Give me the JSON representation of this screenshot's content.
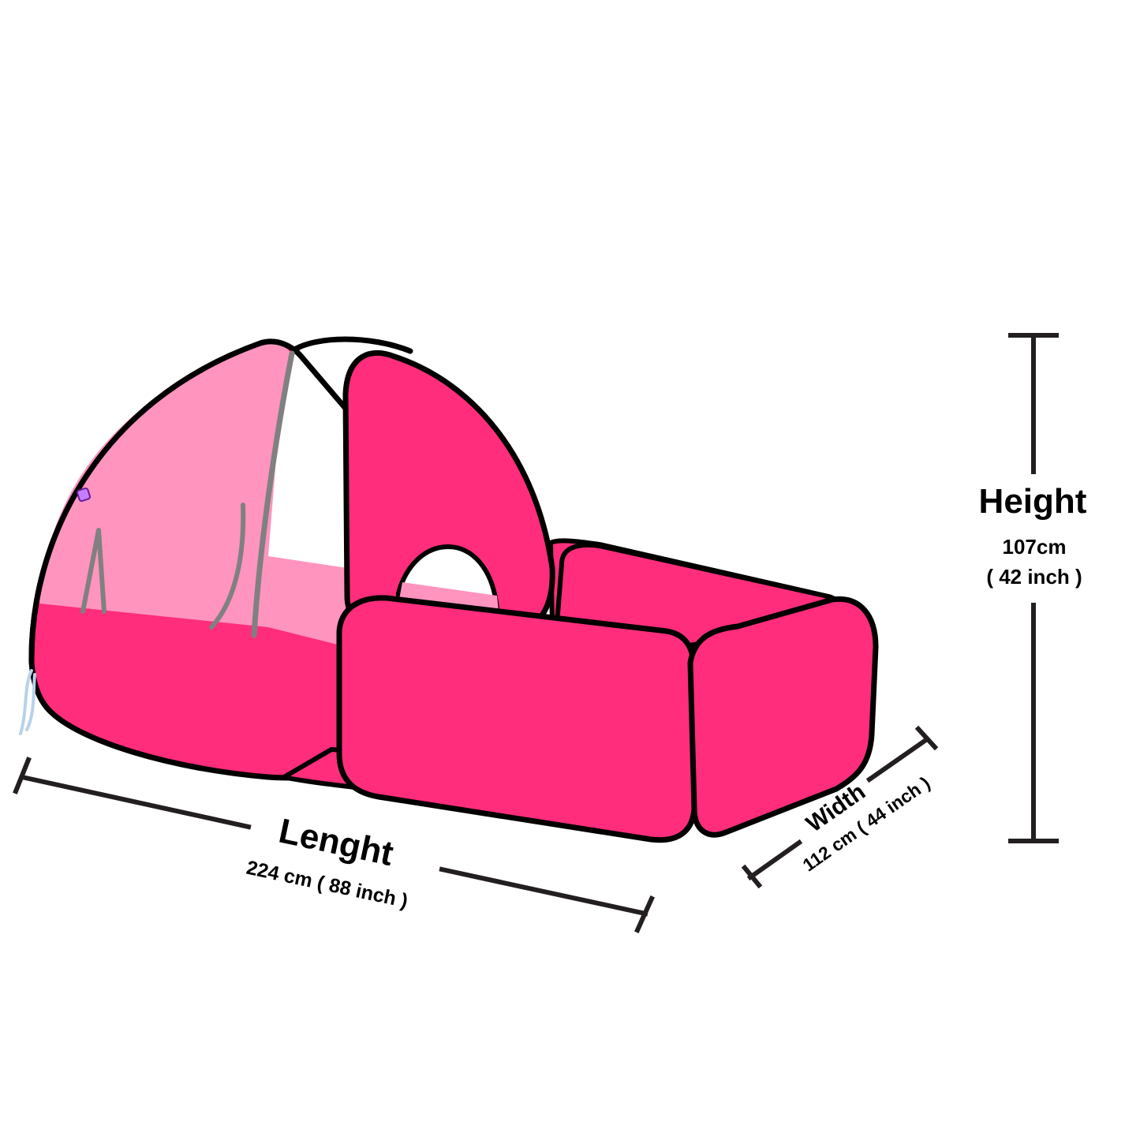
{
  "colors": {
    "background": "#ffffff",
    "tent_fabric": "#ff2d7c",
    "mesh_fabric": "#ff94bf",
    "outline": "#000000",
    "dimension_line": "#231f20",
    "pole": "#808080"
  },
  "dimensions": {
    "length": {
      "label": "Lenght",
      "value": "224 cm ( 88 inch )"
    },
    "width": {
      "label": "Width",
      "value": "112 cm ( 44 inch )"
    },
    "height": {
      "label": "Height",
      "value_cm": "107cm",
      "value_inch": "( 42 inch )"
    }
  },
  "illustration": {
    "subject": "pink pop-up play tent with tunnel and ball pit",
    "tag_icon": "brand-tag-icon"
  }
}
